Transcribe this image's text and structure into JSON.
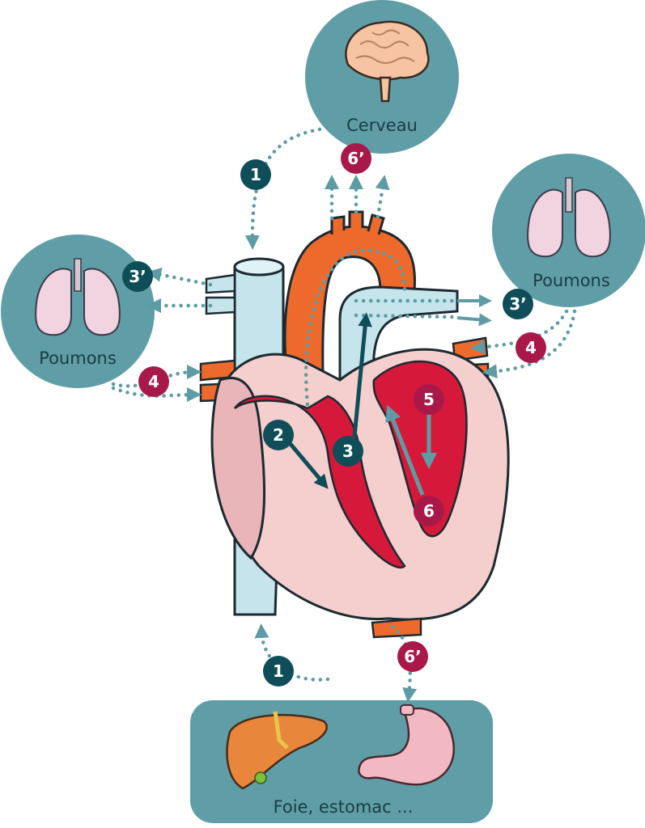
{
  "labels": {
    "brain": "Cerveau",
    "lungs_left": "Poumons",
    "lungs_right": "Poumons",
    "digestive": "Foie, estomac ..."
  },
  "badges": {
    "b1_top": "1",
    "b1_bottom": "1",
    "b2": "2",
    "b3": "3",
    "b3p_left": "3’",
    "b3p_right": "3’",
    "b4_left": "4",
    "b4_right": "4",
    "b5": "5",
    "b6": "6",
    "b6p_top": "6’",
    "b6p_bottom": "6’"
  },
  "colors": {
    "teal_circle": "#5f9ea6",
    "teal_badge": "#0f4d58",
    "crimson_badge": "#a8194a",
    "dotted_line": "#5e9ca5",
    "aorta": "#ee6a2c",
    "vein_blue": "#c5e4ec",
    "chamber_red": "#d6193a",
    "heart_pink": "#e9b5b8"
  }
}
